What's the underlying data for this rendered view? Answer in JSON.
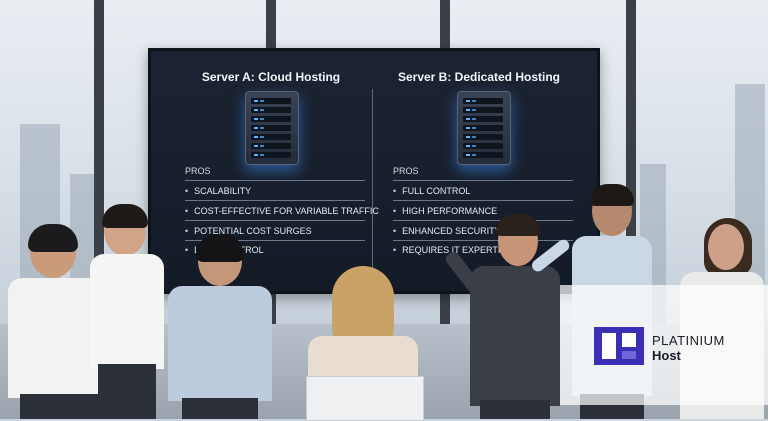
{
  "screen": {
    "col_a": {
      "title": "Server A: Cloud Hosting",
      "section": "PROS",
      "items": [
        "SCALABILITY",
        "COST-EFFECTIVE FOR VARIABLE TRAFFIC",
        "POTENTIAL COST SURGES",
        "LESS CONTROL"
      ]
    },
    "col_b": {
      "title": "Server B: Dedicated Hosting",
      "section": "PROS",
      "items": [
        "FULL CONTROL",
        "HIGH PERFORMANCE",
        "ENHANCED SECURITY",
        "REQUIRES IT EXPERTISE"
      ]
    }
  },
  "logo": {
    "line1": "PLATINIUM",
    "line2": "Host",
    "color": "#3b2fb5"
  },
  "icons": [
    "server-rack-icon",
    "platinium-host-logo-icon"
  ]
}
